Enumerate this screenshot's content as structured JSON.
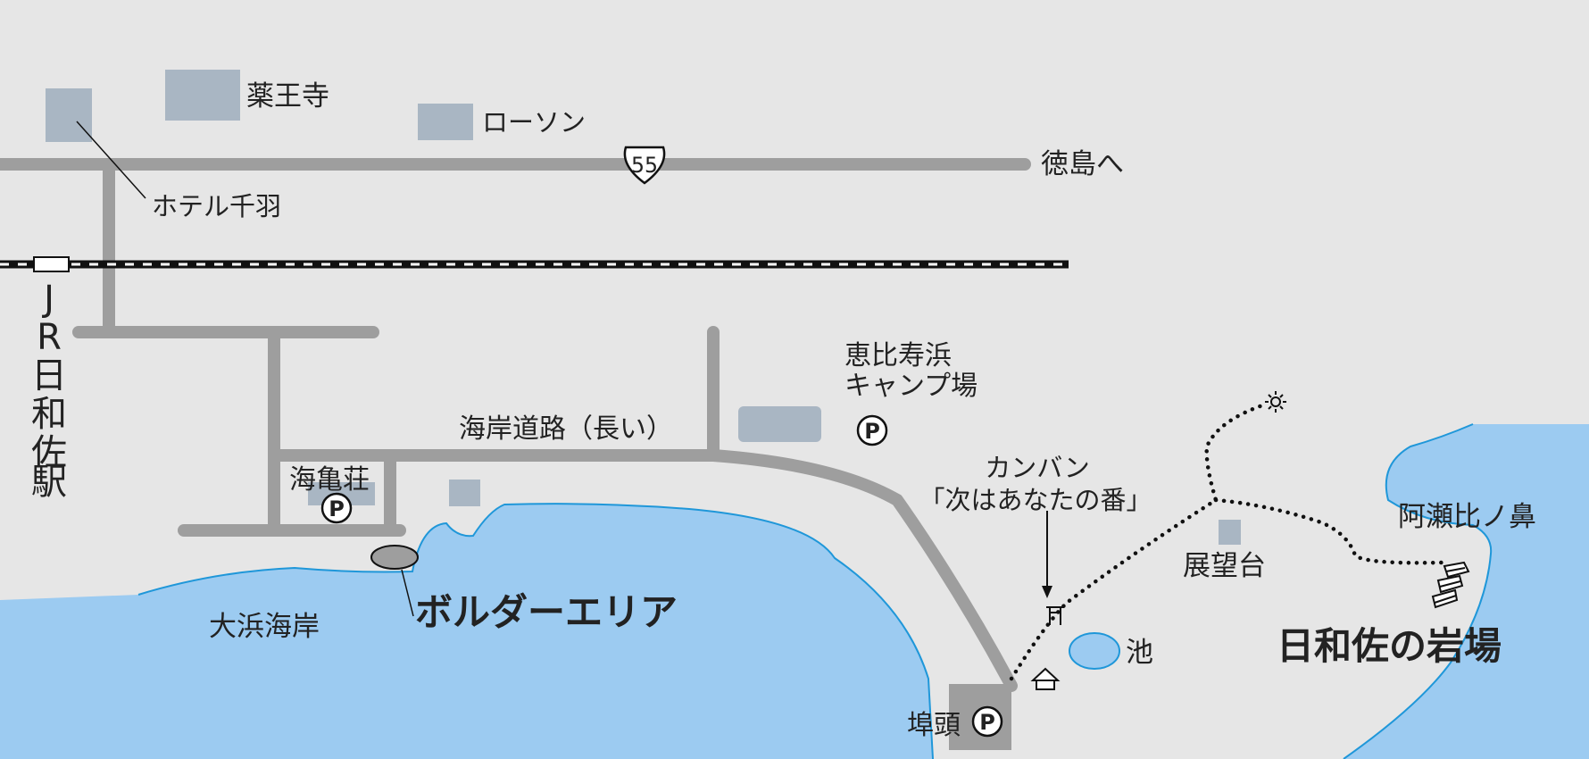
{
  "labels": {
    "yakuoji": "薬王寺",
    "lawson": "ローソン",
    "to_tokushima": "徳島へ",
    "hotel_chiba": "ホテル千羽",
    "route_number": "55",
    "station_vertical": [
      "J",
      "R",
      "日",
      "和",
      "佐",
      "駅"
    ],
    "coast_road": "海岸道路（長い）",
    "ebisuhama_line1": "恵比寿浜",
    "ebisuhama_line2": "キャンプ場",
    "umigameso": "海亀荘",
    "kanban_line1": "カンバン",
    "kanban_line2": "「次はあなたの番」",
    "tenbodai": "展望台",
    "ase_binohana": "阿瀬比ノ鼻",
    "ohama_beach": "大浜海岸",
    "boulder_area": "ボルダーエリア",
    "pond": "池",
    "hiwasa_crag": "日和佐の岩場",
    "futo": "埠頭",
    "parking_symbol": "P"
  },
  "colors": {
    "background": "#e6e6e6",
    "sea": "#9ccbf1",
    "coastline": "#1f97d9",
    "road": "#9e9e9e",
    "building": "#a9b6c3",
    "text": "#222222"
  },
  "icons": {
    "route_shield": "route-55-shield-icon",
    "parking": "parking-icon",
    "lighthouse": "lighthouse-icon",
    "shrine_gate": "torii-icon",
    "hut": "hut-icon",
    "crag": "crag-icon",
    "railway": "railway-track-icon"
  }
}
